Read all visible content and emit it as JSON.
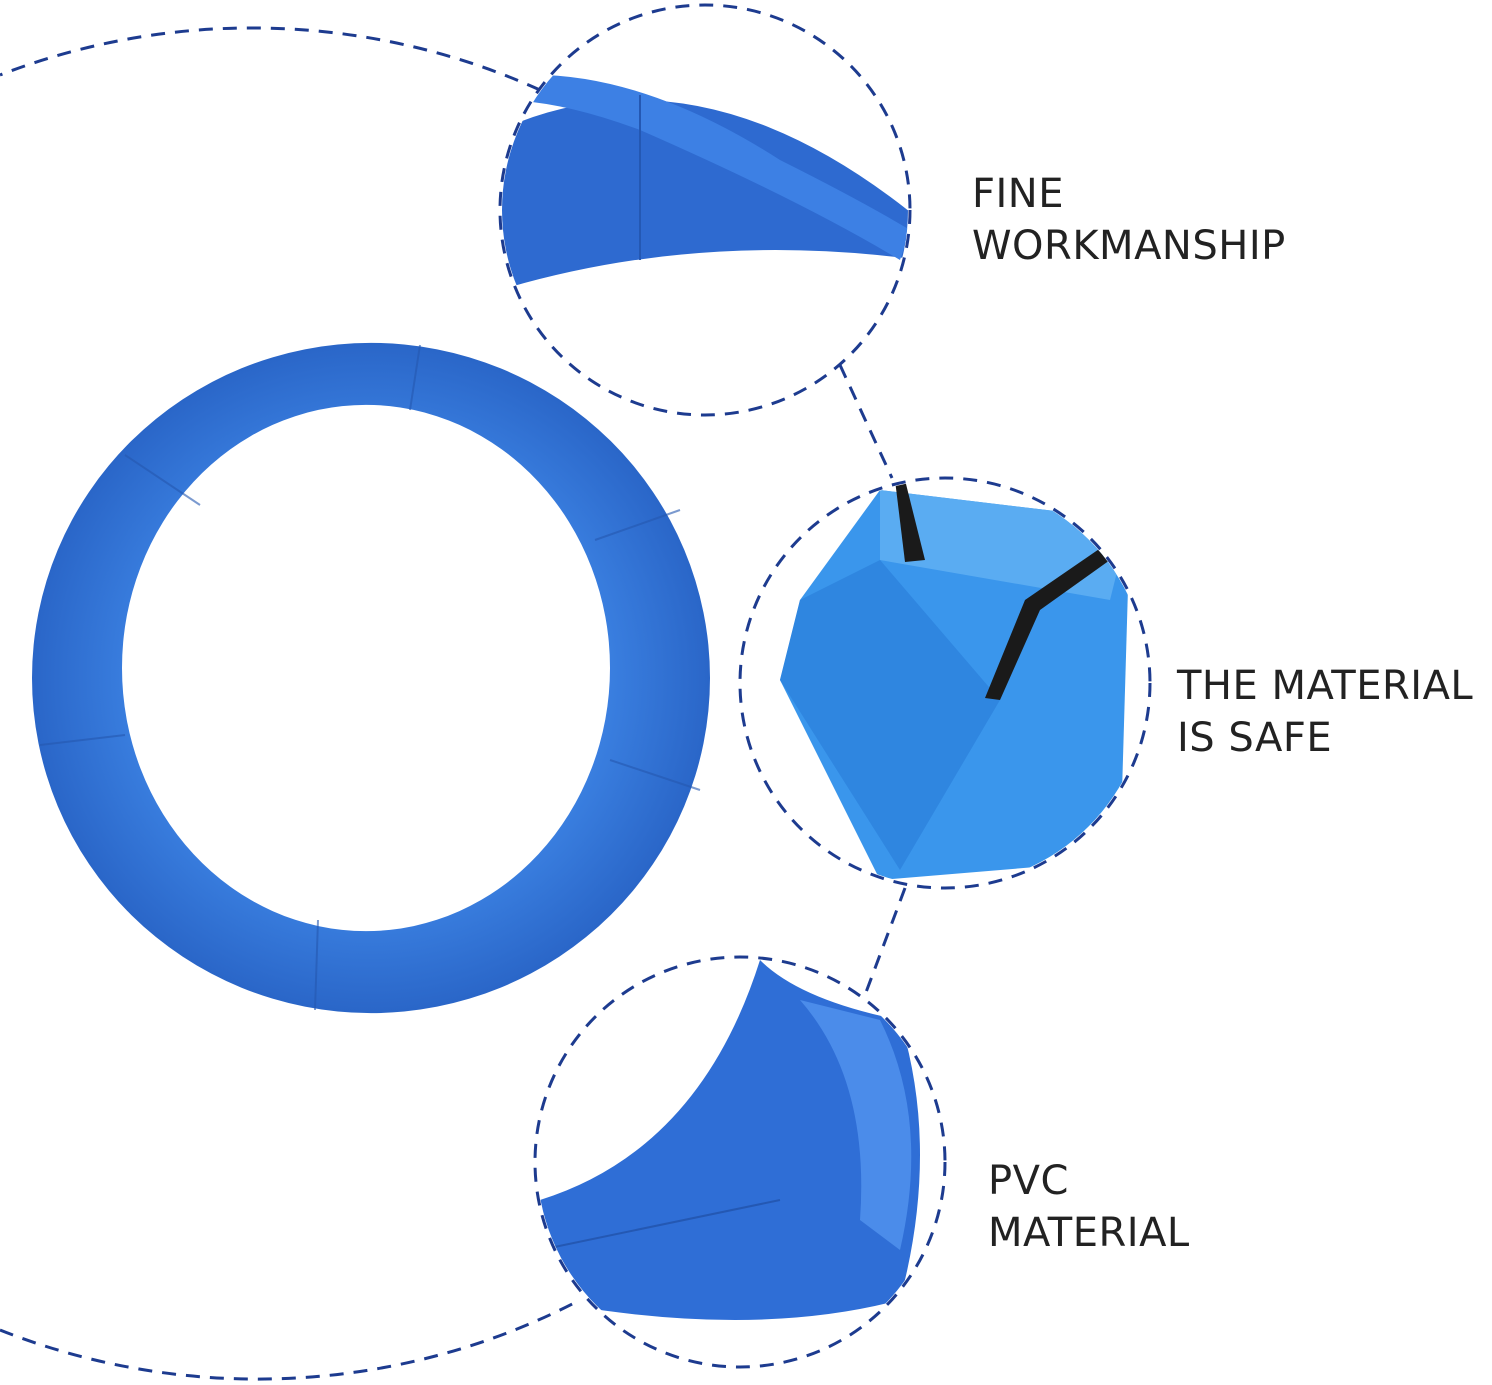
{
  "colors": {
    "dash": "#1d3b8f",
    "pad_blue": "#2f6fd2",
    "pad_blue_light": "#3f86e6",
    "strap": "#1a1a1a"
  },
  "features": [
    {
      "line1": "FINE",
      "line2": "WORKMANSHIP"
    },
    {
      "line1": "THE MATERIAL",
      "line2": "IS SAFE"
    },
    {
      "line1": "PVC",
      "line2": "MATERIAL"
    }
  ]
}
